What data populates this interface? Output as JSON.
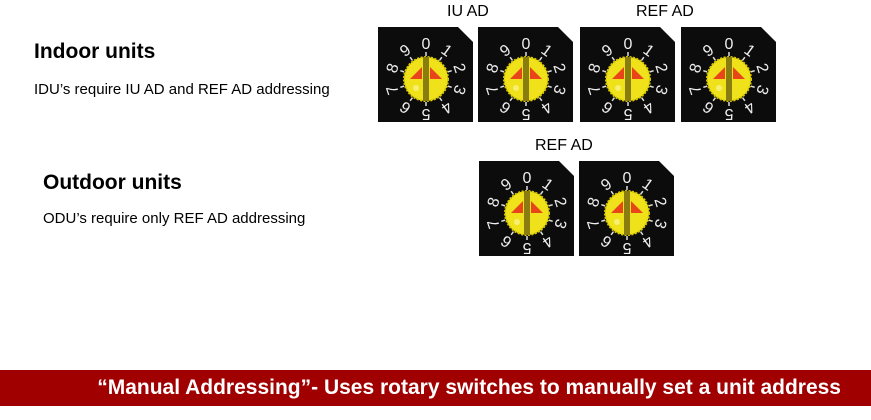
{
  "indoor": {
    "title": "Indoor units",
    "text": "IDU’s require IU AD and  REF AD addressing",
    "label_iu": "IU  AD",
    "label_ref": "REF  AD"
  },
  "outdoor": {
    "title": "Outdoor units",
    "text": "ODU’s require only REF AD addressing",
    "label_ref": "REF  AD"
  },
  "footer": "“Manual Addressing”- Uses rotary switches to manually set a unit address",
  "switch": {
    "digits": [
      "0",
      "1",
      "2",
      "3",
      "4",
      "5",
      "6",
      "7",
      "8",
      "9"
    ],
    "setting": 5,
    "colors": {
      "body": "#0c0c0c",
      "dial": "#f0e21a",
      "arrow": "#e8461a"
    }
  }
}
